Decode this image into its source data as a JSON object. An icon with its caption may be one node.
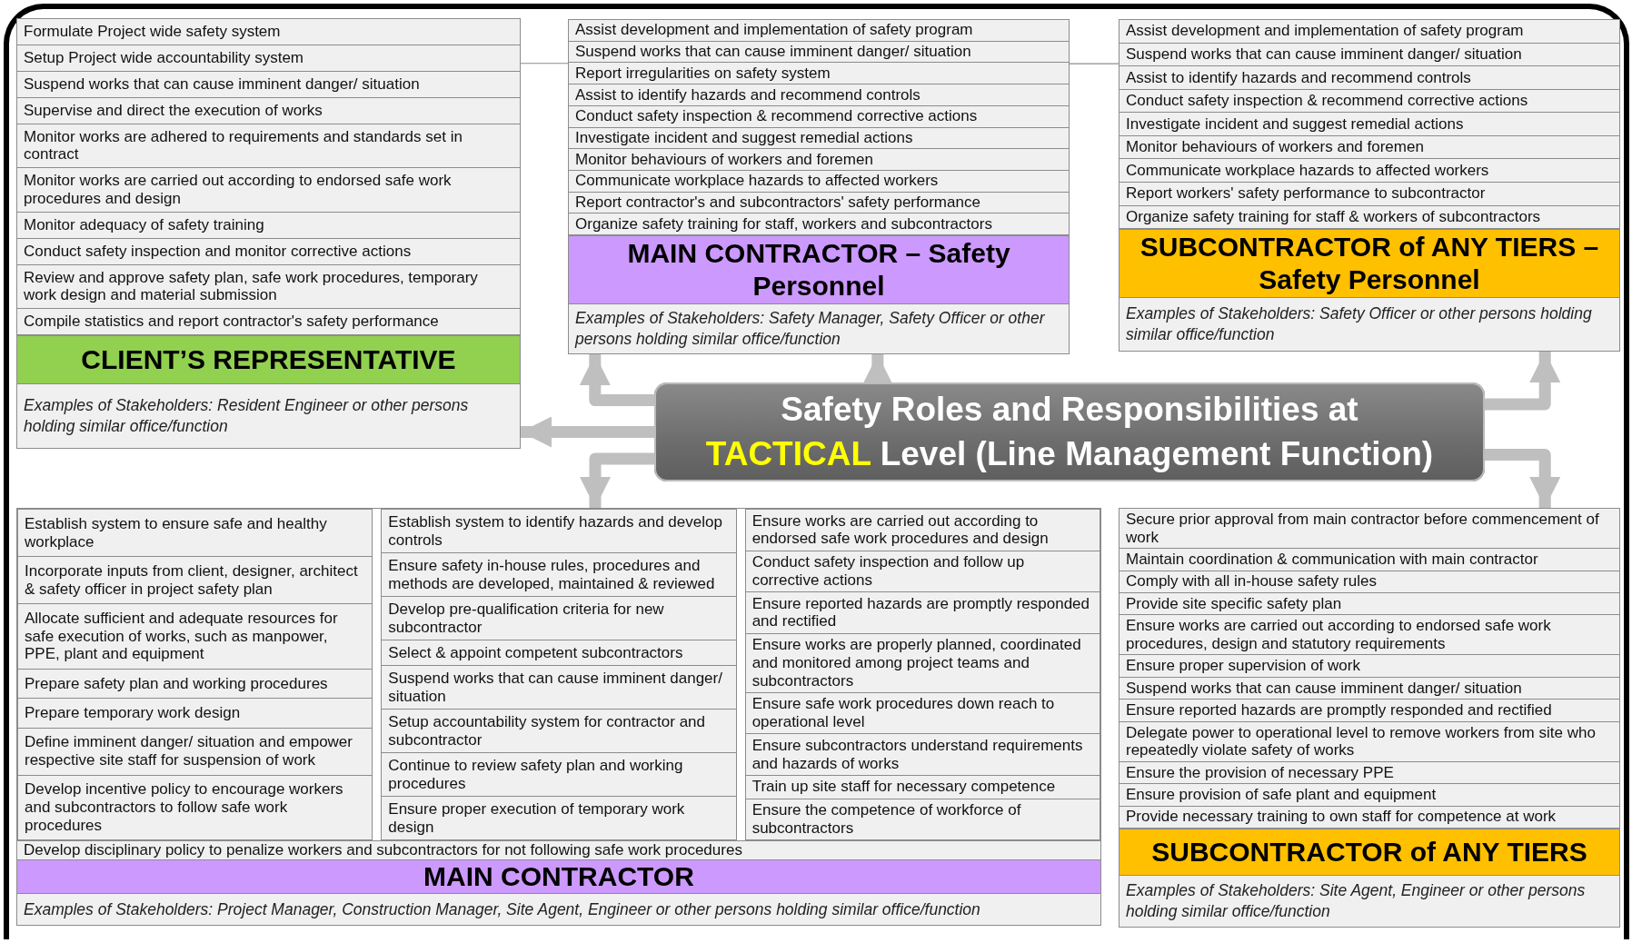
{
  "diagram": {
    "nodes": [
      {
        "text": [
          "CLIENT’S REPRESENTATIVE",
          "Examples of Stakeholders: Resident Engineer or other persons holding similar office/function"
        ]
      },
      {
        "text": [
          "Formulate Project wide safety system"
        ],
        "in": 0
      },
      {
        "text": [
          "Setup Project wide accountability system"
        ],
        "in": 0
      },
      {
        "text": [
          "Suspend works that can cause imminent danger/ situation"
        ],
        "in": 0
      },
      {
        "text": [
          "Supervise and direct the execution of works"
        ],
        "in": 0
      },
      {
        "text": [
          "Monitor works are adhered to requirements and standards set in contract"
        ],
        "in": 0
      },
      {
        "text": [
          "Monitor works are carried out according to endorsed safe work procedures and design"
        ],
        "in": 0
      },
      {
        "text": [
          "Monitor adequacy of safety training"
        ],
        "in": 0
      },
      {
        "text": [
          "Conduct safety inspection and monitor corrective actions"
        ],
        "in": 0
      },
      {
        "text": [
          "Review and approve safety plan, safe work procedures, temporary work design and material submission"
        ],
        "in": 0
      },
      {
        "text": [
          "Compile statistics and report contractor's safety performance"
        ],
        "in": 0
      },
      {
        "text": [
          "MAIN CONTRACTOR – Safety Personnel",
          "Examples of Stakeholders: Safety Manager, Safety Officer or other persons holding similar office/function"
        ]
      },
      {
        "text": [
          "Assist development and implementation of safety program"
        ],
        "in": 11
      },
      {
        "text": [
          "Suspend works that can cause imminent danger/ situation"
        ],
        "in": 11
      },
      {
        "text": [
          "Report irregularities on safety system"
        ],
        "in": 11
      },
      {
        "text": [
          "Assist to identify hazards and recommend controls"
        ],
        "in": 11
      },
      {
        "text": [
          "Conduct safety inspection & recommend corrective actions"
        ],
        "in": 11
      },
      {
        "text": [
          "Investigate incident and suggest remedial actions"
        ],
        "in": 11
      },
      {
        "text": [
          "Monitor behaviours of workers and foremen"
        ],
        "in": 11
      },
      {
        "text": [
          "Communicate workplace hazards to affected workers"
        ],
        "in": 11
      },
      {
        "text": [
          "Report contractor's and subcontractors' safety performance"
        ],
        "in": 11
      },
      {
        "text": [
          "Organize safety training for staff, workers and subcontractors"
        ],
        "in": 11
      },
      {
        "text": [
          "SUBCONTRACTOR of ANY TIERS – Safety Personnel",
          "Examples of Stakeholders: Safety Officer or other persons holding similar office/function"
        ]
      },
      {
        "text": [
          "Assist development and implementation of safety program"
        ],
        "in": 22
      },
      {
        "text": [
          "Suspend works that can cause imminent danger/ situation"
        ],
        "in": 22
      },
      {
        "text": [
          "Assist to identify hazards and recommend controls"
        ],
        "in": 22
      },
      {
        "text": [
          "Conduct safety inspection & recommend corrective actions"
        ],
        "in": 22
      },
      {
        "text": [
          "Investigate incident and suggest remedial actions"
        ],
        "in": 22
      },
      {
        "text": [
          "Monitor behaviours of workers and foremen"
        ],
        "in": 22
      },
      {
        "text": [
          "Communicate workplace hazards to affected workers"
        ],
        "in": 22
      },
      {
        "text": [
          "Report workers' safety performance to subcontractor"
        ],
        "in": 22
      },
      {
        "text": [
          "Organize safety training for staff & workers of subcontractors"
        ],
        "in": 22
      },
      {
        "text": [
          "Safety Roles and Responsibilities at",
          "TACTICAL",
          "Level (Line Management Function)"
        ]
      },
      {
        "text": [
          "MAIN CONTRACTOR",
          "Examples of Stakeholders: Project Manager, Construction Manager, Site Agent, Engineer or other persons holding similar office/function"
        ]
      },
      {
        "text": [
          "Establish system to ensure safe and healthy workplace"
        ],
        "in": 33
      },
      {
        "text": [
          "Incorporate inputs from client, designer, architect & safety officer in project safety plan"
        ],
        "in": 33
      },
      {
        "text": [
          "Allocate sufficient and adequate resources for safe execution of works, such as manpower, PPE, plant and equipment"
        ],
        "in": 33
      },
      {
        "text": [
          "Prepare safety plan and working procedures"
        ],
        "in": 33
      },
      {
        "text": [
          "Prepare temporary work design"
        ],
        "in": 33
      },
      {
        "text": [
          "Define imminent danger/ situation and empower respective site staff for suspension of work"
        ],
        "in": 33
      },
      {
        "text": [
          "Develop incentive policy to encourage workers and subcontractors to follow safe work procedures"
        ],
        "in": 33
      },
      {
        "text": [
          "Establish system to identify hazards and develop controls"
        ],
        "in": 33
      },
      {
        "text": [
          "Ensure safety in-house rules, procedures and methods are developed, maintained & reviewed"
        ],
        "in": 33
      },
      {
        "text": [
          "Develop pre-qualification criteria for new subcontractor"
        ],
        "in": 33
      },
      {
        "text": [
          "Select & appoint competent subcontractors"
        ],
        "in": 33
      },
      {
        "text": [
          "Suspend works that can cause imminent danger/ situation"
        ],
        "in": 33
      },
      {
        "text": [
          "Setup accountability system for contractor and subcontractor"
        ],
        "in": 33
      },
      {
        "text": [
          "Continue to review safety plan and working procedures"
        ],
        "in": 33
      },
      {
        "text": [
          "Ensure proper execution of temporary work design"
        ],
        "in": 33
      },
      {
        "text": [
          "Ensure works are carried out according to endorsed safe work procedures and design"
        ],
        "in": 33
      },
      {
        "text": [
          "Conduct safety inspection and follow up corrective actions"
        ],
        "in": 33
      },
      {
        "text": [
          "Ensure reported hazards are promptly responded and rectified"
        ],
        "in": 33
      },
      {
        "text": [
          "Ensure works are properly planned, coordinated and monitored among project teams and subcontractors"
        ],
        "in": 33
      },
      {
        "text": [
          "Ensure safe work procedures down reach to operational level"
        ],
        "in": 33
      },
      {
        "text": [
          "Ensure subcontractors understand requirements and hazards of works"
        ],
        "in": 33
      },
      {
        "text": [
          "Train up site staff for necessary competence"
        ],
        "in": 33
      },
      {
        "text": [
          "Ensure the competence of workforce of subcontractors"
        ],
        "in": 33
      },
      {
        "text": [
          "Develop disciplinary policy to penalize workers and subcontractors for not following safe work procedures"
        ],
        "in": 33
      },
      {
        "text": [
          "SUBCONTRACTOR of ANY TIERS",
          "Examples of Stakeholders: Site Agent, Engineer or other persons holding similar office/function"
        ]
      },
      {
        "text": [
          "Secure prior approval from main contractor before commencement of work"
        ],
        "in": 58
      },
      {
        "text": [
          "Maintain coordination & communication with main contractor"
        ],
        "in": 58
      },
      {
        "text": [
          "Comply with all in-house safety rules"
        ],
        "in": 58
      },
      {
        "text": [
          "Provide site specific safety plan"
        ],
        "in": 58
      },
      {
        "text": [
          "Ensure works are carried out according to endorsed safe work procedures, design and statutory requirements"
        ],
        "in": 58
      },
      {
        "text": [
          "Ensure proper supervision of work"
        ],
        "in": 58
      },
      {
        "text": [
          "Suspend works that can cause imminent danger/ situation"
        ],
        "in": 58
      },
      {
        "text": [
          "Ensure reported hazards are promptly responded and rectified"
        ],
        "in": 58
      },
      {
        "text": [
          "Delegate power to operational level to remove workers from site who repeatedly violate safety of works"
        ],
        "in": 58
      },
      {
        "text": [
          "Ensure the provision of necessary PPE"
        ],
        "in": 58
      },
      {
        "text": [
          "Ensure provision of safe plant and equipment"
        ],
        "in": 58
      },
      {
        "text": [
          "Provide necessary training to own staff for competence at work"
        ],
        "in": 58
      }
    ],
    "edges": [
      {
        "from": 32,
        "to": 11,
        "arrow": "to"
      },
      {
        "from": 32,
        "to": 0,
        "arrow": "to"
      },
      {
        "from": 32,
        "to": 33,
        "arrow": "to"
      },
      {
        "from": 32,
        "to": 11,
        "arrow": "to"
      },
      {
        "from": 32,
        "to": 22,
        "arrow": "to"
      },
      {
        "from": 32,
        "to": 58,
        "arrow": "to"
      },
      {
        "from": 0,
        "to": 11,
        "arrow": "none"
      },
      {
        "from": 11,
        "to": 22,
        "arrow": "none"
      }
    ]
  }
}
